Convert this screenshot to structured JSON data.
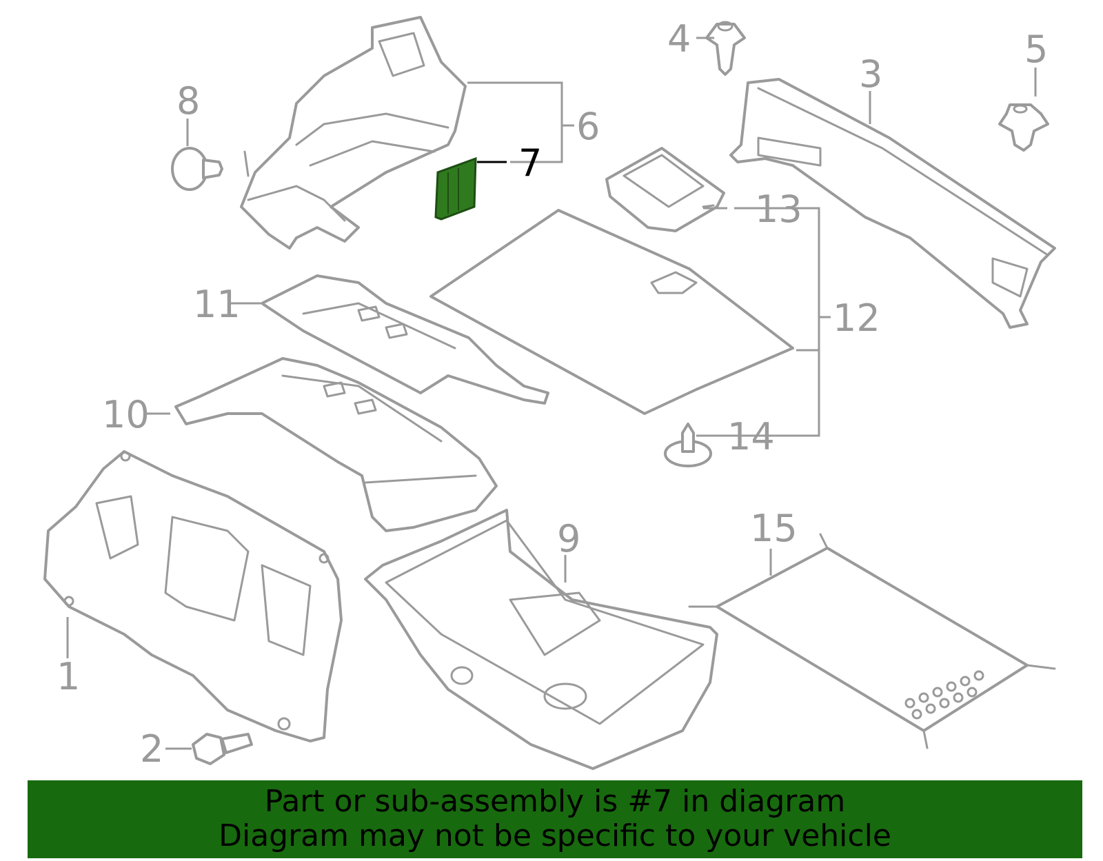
{
  "callouts": {
    "c1": "1",
    "c2": "2",
    "c3": "3",
    "c4": "4",
    "c5": "5",
    "c6": "6",
    "c7": "7",
    "c8": "8",
    "c9": "9",
    "c10": "10",
    "c11": "11",
    "c12": "12",
    "c13": "13",
    "c14": "14",
    "c15": "15"
  },
  "highlighted_callout": "7",
  "colors": {
    "highlight": "#2f7a1e",
    "banner": "#186a0e",
    "line_art": "#9a9a9a"
  },
  "banner": {
    "line1": "Part or sub-assembly is #7 in diagram",
    "line2": "Diagram may not be specific to your vehicle"
  }
}
